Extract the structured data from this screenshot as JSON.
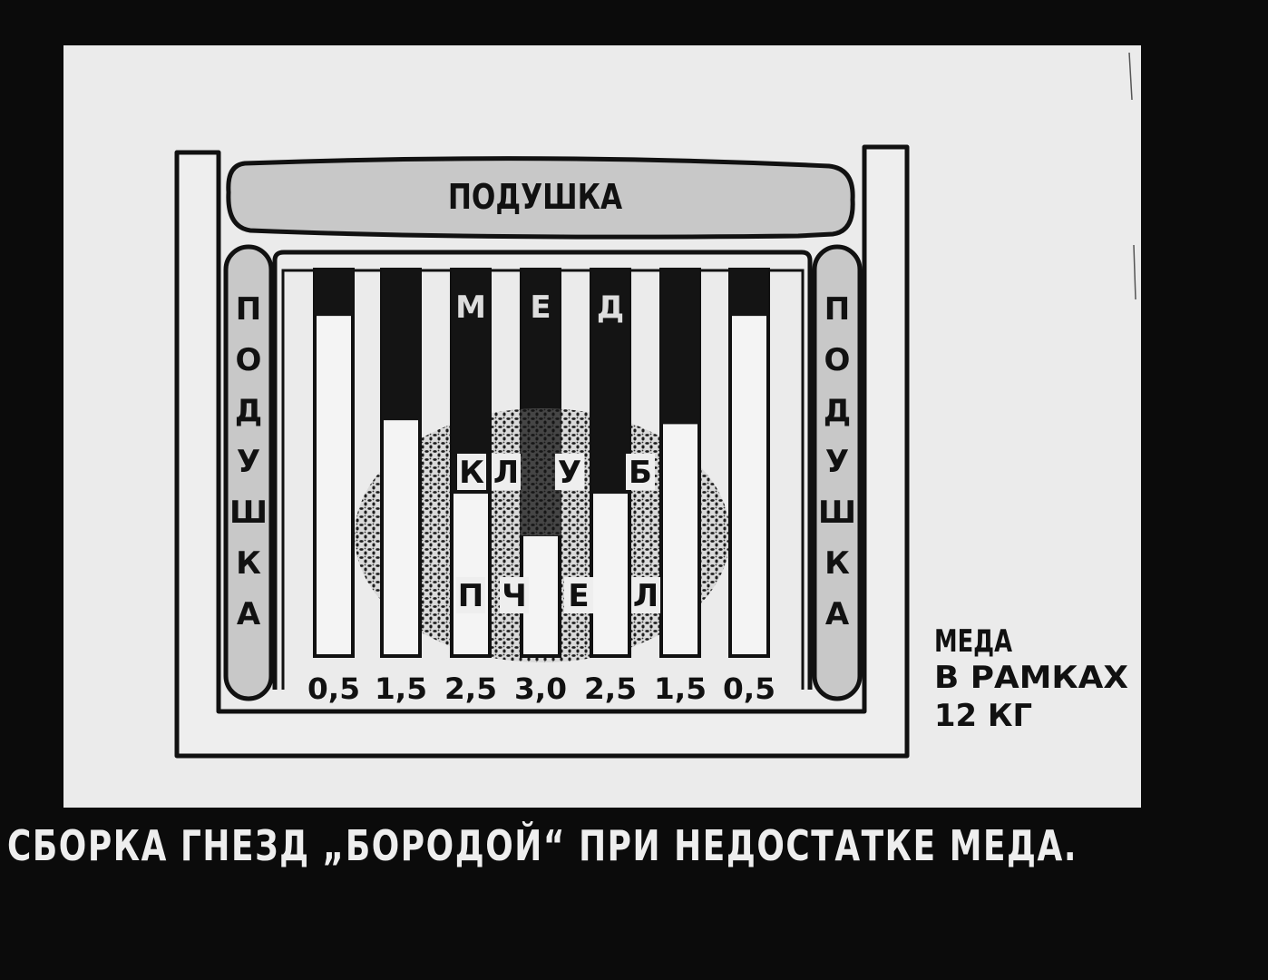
{
  "diagram": {
    "cushion_top": "ПОДУШКА",
    "cushion_left": [
      "П",
      "О",
      "Д",
      "У",
      "Ш",
      "К",
      "А"
    ],
    "cushion_right": [
      "П",
      "О",
      "Д",
      "У",
      "Ш",
      "К",
      "А"
    ],
    "honey_letters": [
      "М",
      "Е",
      "Д"
    ],
    "cluster_top_letters": [
      "К",
      "Л",
      "У",
      "Б"
    ],
    "cluster_bottom_letters": [
      "П",
      "Ч",
      "Е",
      "Л"
    ],
    "frames": [
      {
        "label": "0,5",
        "honey_fraction": 0.12
      },
      {
        "label": "1,5",
        "honey_fraction": 0.39
      },
      {
        "label": "2,5",
        "honey_fraction": 0.58
      },
      {
        "label": "3,0",
        "honey_fraction": 0.69
      },
      {
        "label": "2,5",
        "honey_fraction": 0.58
      },
      {
        "label": "1,5",
        "honey_fraction": 0.4
      },
      {
        "label": "0,5",
        "honey_fraction": 0.12
      }
    ],
    "total_lines": [
      "МЕДА",
      "В РАМКАХ",
      "12 КГ"
    ]
  },
  "caption": "СБОРКА ГНЕЗД „БОРОДОЙ“ ПРИ НЕДОСТАТКЕ МЕДА."
}
